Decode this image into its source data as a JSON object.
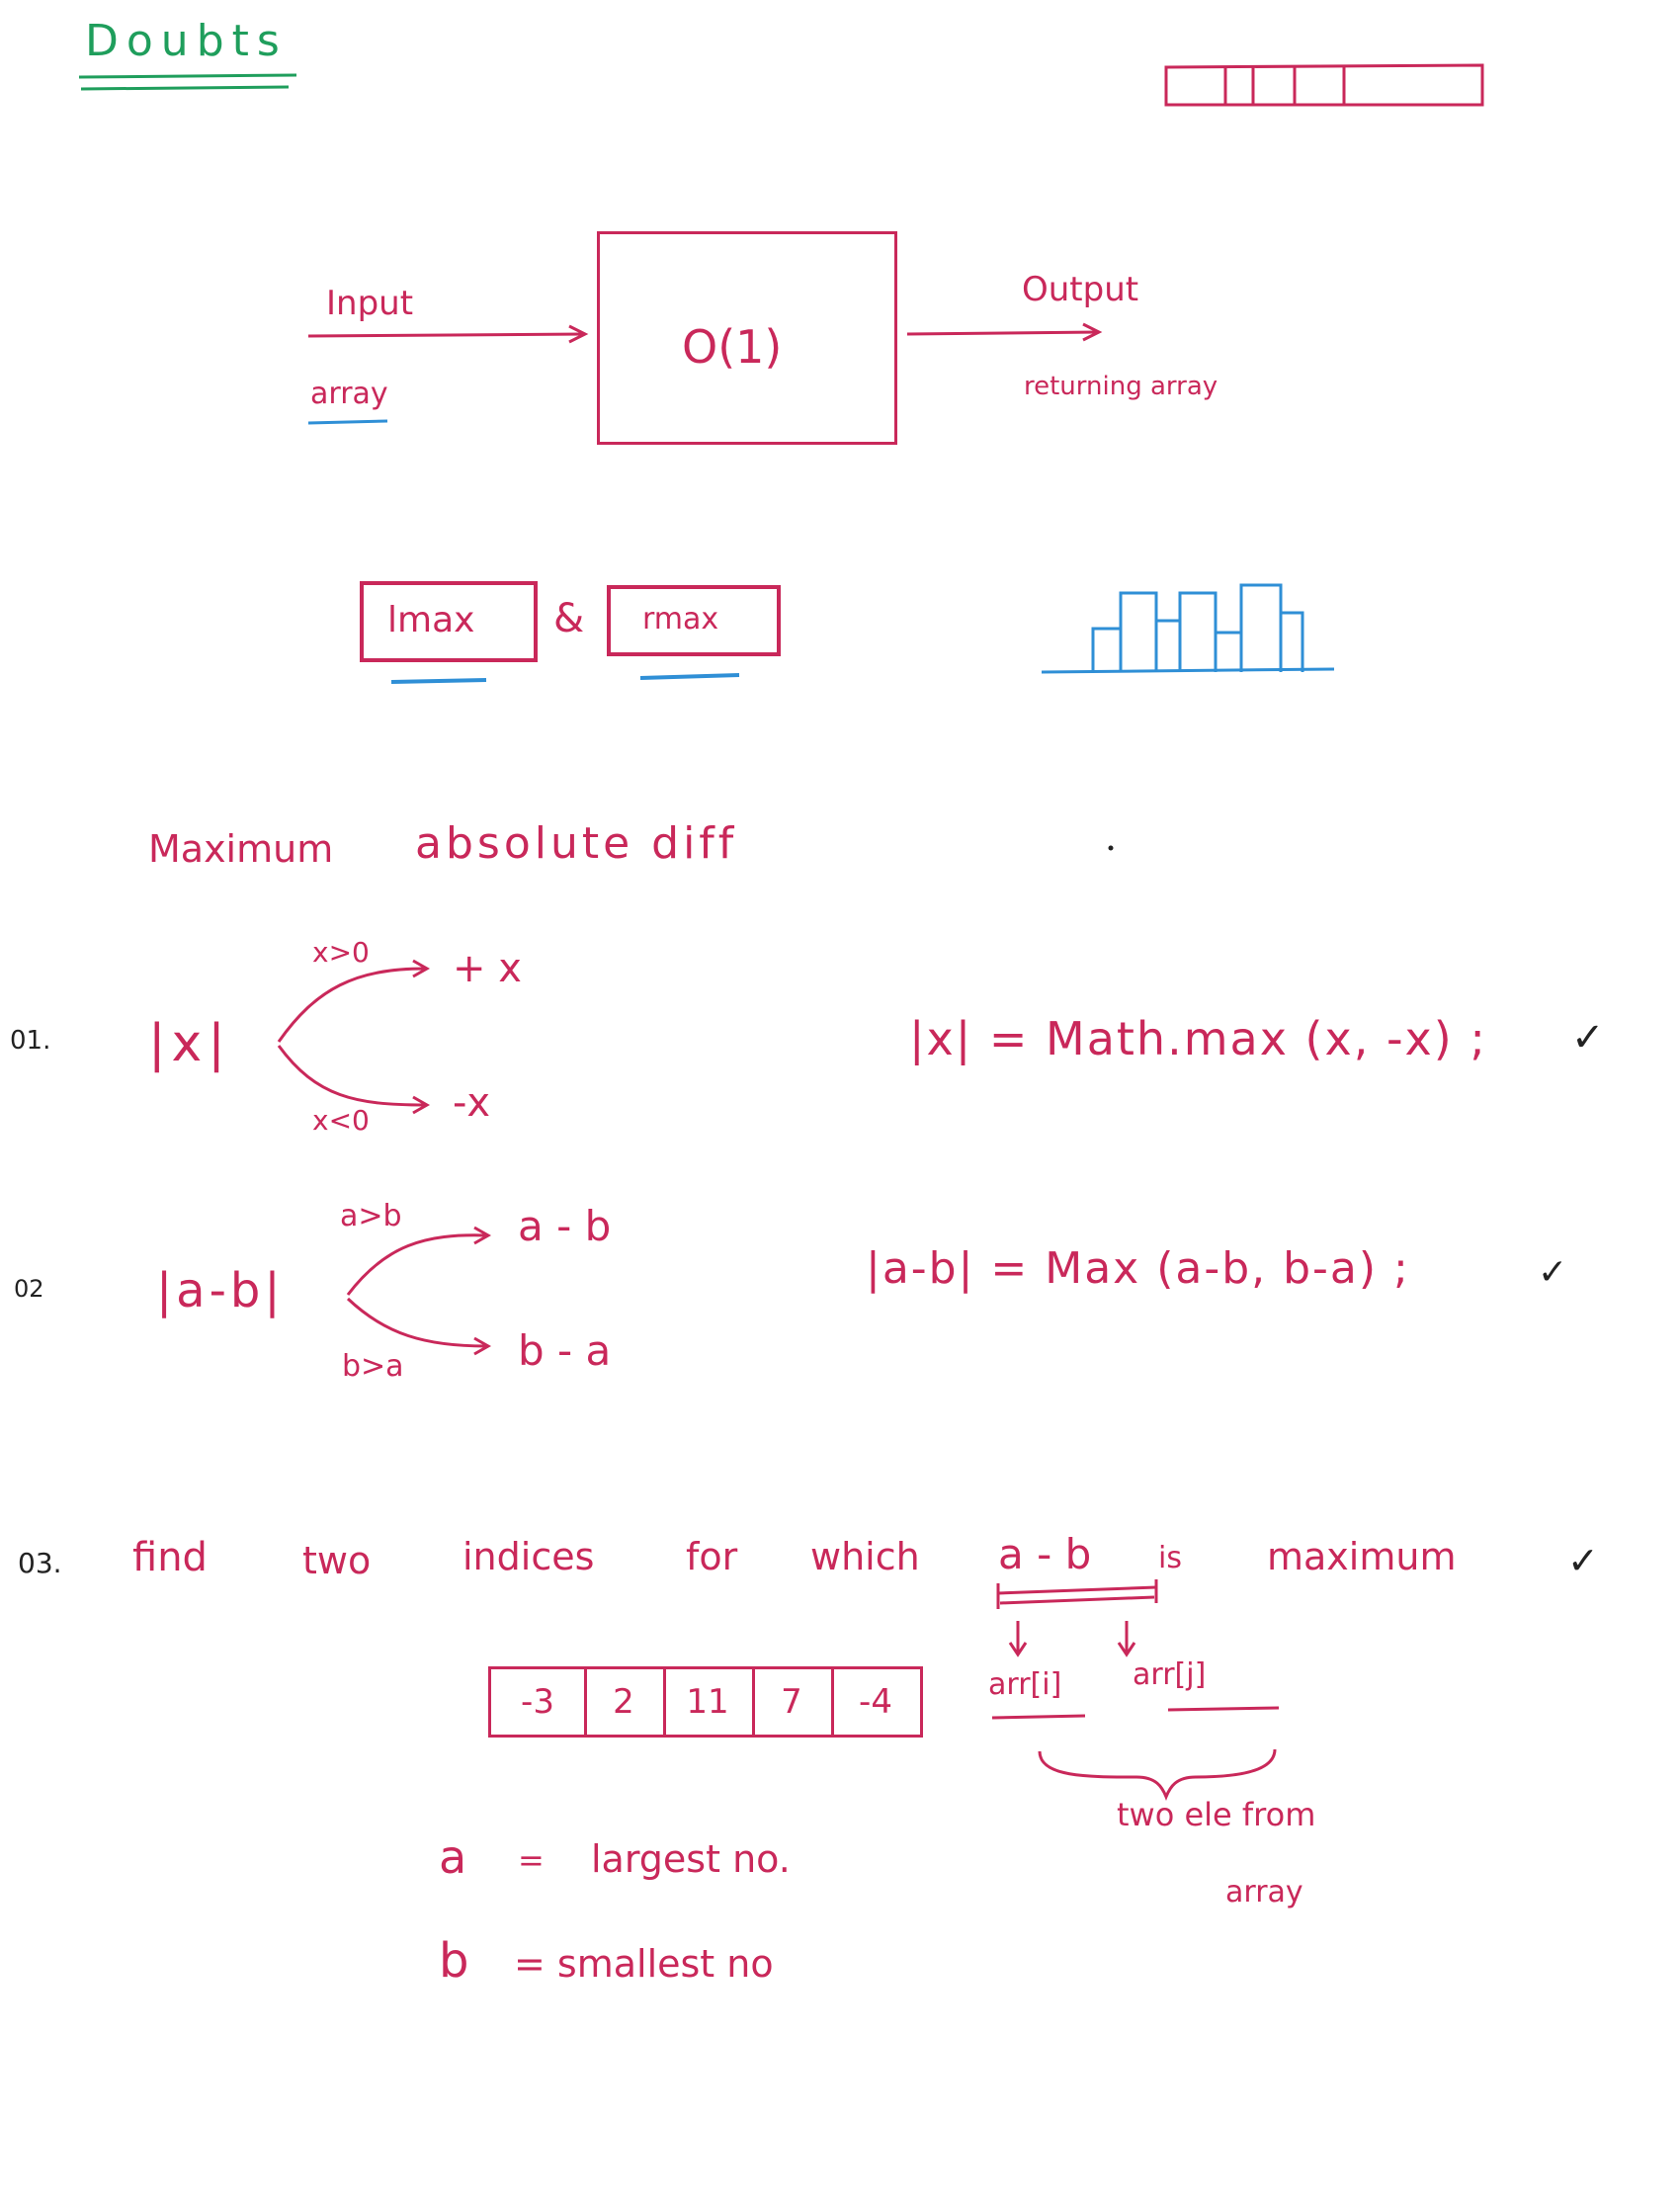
{
  "header": {
    "title": "Doubts"
  },
  "diagram": {
    "input_label": "Input",
    "input_sub": "array",
    "box_text": "O(1)",
    "output_label": "Output",
    "output_sub": "returning array"
  },
  "lr": {
    "lmax": "lmax",
    "amp": "&",
    "rmax": "rmax"
  },
  "heading": {
    "maximum": "Maximum",
    "absolute_diff": "absolute diff"
  },
  "q1": {
    "num": "01.",
    "expr": "|x|",
    "cond_top": "x>0",
    "res_top": "+ x",
    "cond_bottom": "x<0",
    "res_bottom": "-x",
    "formula": "|x| = Math.max (x, -x) ;",
    "check": "✓"
  },
  "q2": {
    "num": "02",
    "expr": "|a-b|",
    "cond_top": "a>b",
    "res_top": "a - b",
    "cond_bottom": "b>a",
    "res_bottom": "b - a",
    "formula": "|a-b| = Max (a-b, b-a) ;",
    "check": "✓"
  },
  "q3": {
    "num": "03.",
    "w1": "find",
    "w2": "two",
    "w3": "indices",
    "w4": "for",
    "w5": "which",
    "expr": "a - b",
    "w6": "is",
    "w7": "maximum",
    "check": "✓",
    "arr_i": "arr[i]",
    "arr_j": "arr[j]",
    "two_ele": "two ele from",
    "array": "array",
    "array_values": [
      "-3",
      "2",
      "11",
      "7",
      "-4"
    ],
    "a_lhs": "a",
    "a_eq": "=",
    "a_rhs": "largest no.",
    "b_lhs": "b",
    "b_rhs": "= smallest no"
  }
}
